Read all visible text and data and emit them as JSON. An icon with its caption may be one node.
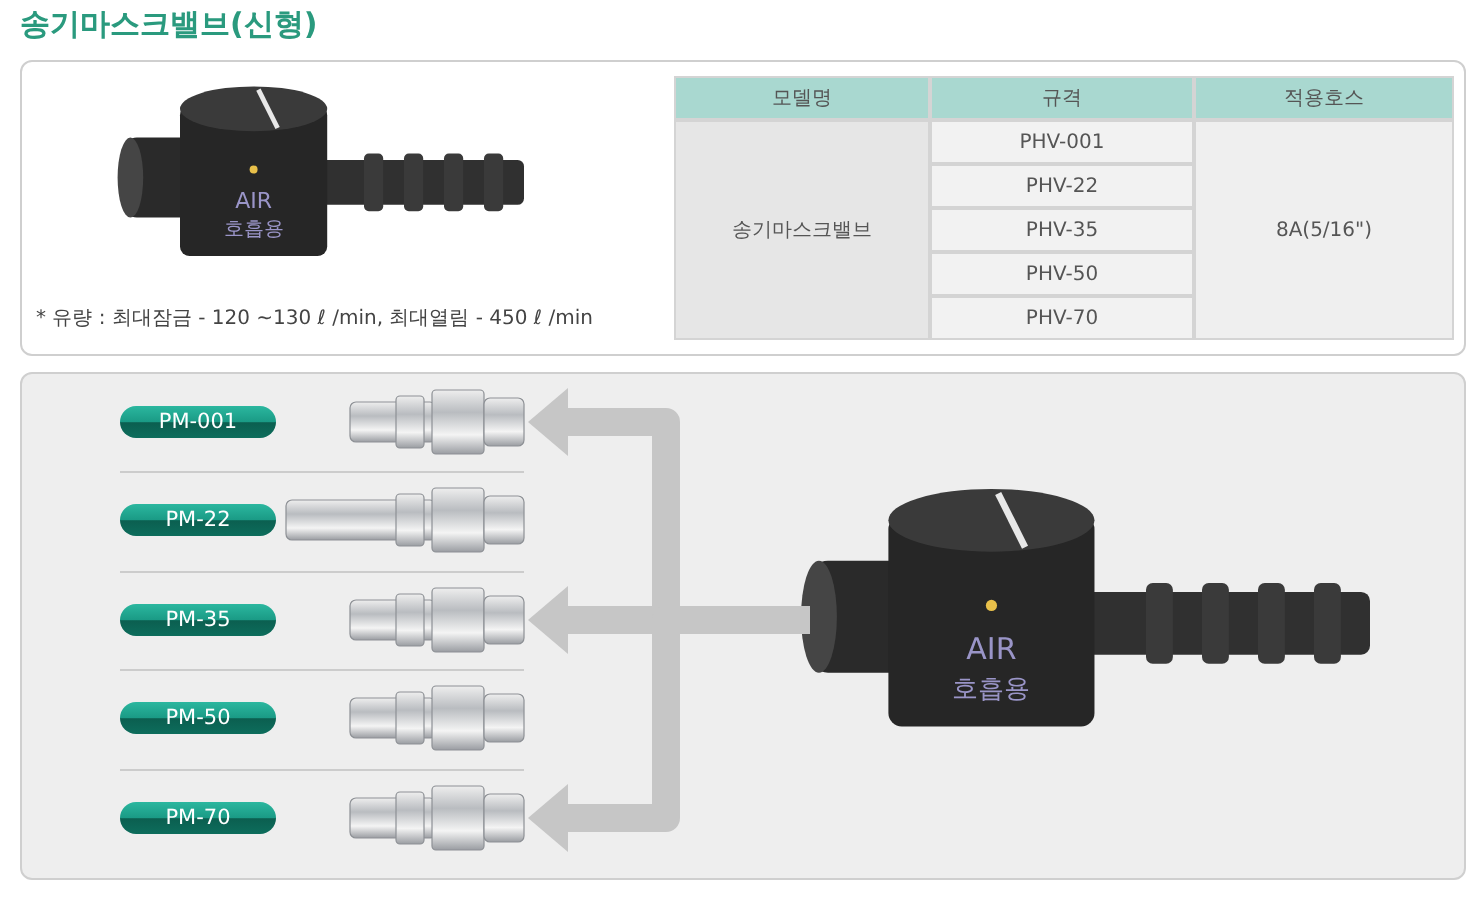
{
  "diagram": {
    "title": "송기마스크밸브(신형)",
    "nodes": [
      {
        "text": [
          "PM-001"
        ]
      },
      {
        "text": [
          "PM-22"
        ]
      },
      {
        "text": [
          "PM-35"
        ]
      },
      {
        "text": [
          "PM-50"
        ]
      },
      {
        "text": [
          "PM-70"
        ]
      },
      {
        "text": [],
        "shape": "picture"
      },
      {
        "text": [],
        "shape": "picture"
      },
      {
        "text": [],
        "shape": "picture"
      },
      {
        "text": [],
        "shape": "picture"
      },
      {
        "text": [],
        "shape": "picture"
      },
      {
        "text": [],
        "shape": "picture"
      }
    ],
    "edges": [
      {
        "from": 10,
        "to": 5,
        "arrow": "to"
      },
      {
        "from": 10,
        "to": 7,
        "arrow": "to"
      },
      {
        "from": 10,
        "to": 9,
        "arrow": "to"
      }
    ],
    "labels": [
      "AIR",
      "호흡용",
      "* 유량 : 최대잠금 - 120 ~130 ℓ /min, 최대열림 - 450 ℓ /min",
      "모델명",
      "규격",
      "적용호스",
      "송기마스크밸브",
      "PHV-001",
      "PHV-22",
      "PHV-35",
      "PHV-50",
      "PHV-70",
      "8A(5/16\")",
      "AIR",
      "호흡용"
    ]
  }
}
